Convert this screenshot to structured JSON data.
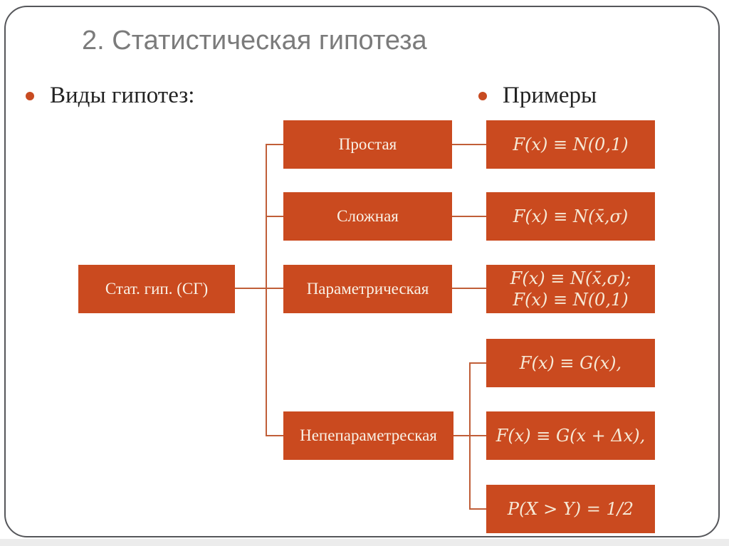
{
  "slide": {
    "title": "2. Статистическая гипотеза",
    "bullets": {
      "left": "Виды гипотез:",
      "right": "Примеры"
    }
  },
  "diagram": {
    "root": {
      "label": "Стат. гип. (СГ)"
    },
    "types": [
      {
        "label": "Простая"
      },
      {
        "label": "Сложная"
      },
      {
        "label": "Параметрическая"
      },
      {
        "label": "Непепараметреская"
      }
    ],
    "examples": [
      {
        "lines": [
          "F(x) ≡ N(0,1)"
        ]
      },
      {
        "lines": [
          "F(x) ≡ N(x̄,σ)"
        ]
      },
      {
        "lines": [
          "F(x) ≡ N(x̄,σ);",
          "F(x) ≡ N(0,1)"
        ]
      },
      {
        "lines": [
          "F(x) ≡ G(x),"
        ]
      },
      {
        "lines": [
          "F(x) ≡ G(x + Δx),"
        ]
      },
      {
        "lines": [
          "P(X > Y) = 1/2"
        ]
      }
    ]
  },
  "colors": {
    "box_fill": "#ca4a1f",
    "connector": "#c05e38",
    "title_gray": "#7b7b7b",
    "bullet_dot": "#c84b21",
    "box_text": "#f9f1e6"
  }
}
